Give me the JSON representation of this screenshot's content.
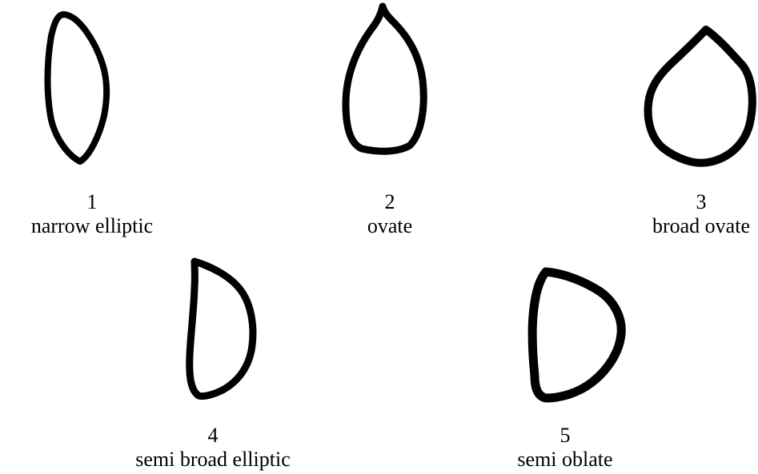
{
  "shapes": [
    {
      "number": "1",
      "label": "narrow elliptic"
    },
    {
      "number": "2",
      "label": "ovate"
    },
    {
      "number": "3",
      "label": "broad ovate"
    },
    {
      "number": "4",
      "label": "semi broad elliptic"
    },
    {
      "number": "5",
      "label": "semi oblate"
    }
  ],
  "colors": {
    "outline": "#000000",
    "background": "#ffffff"
  }
}
